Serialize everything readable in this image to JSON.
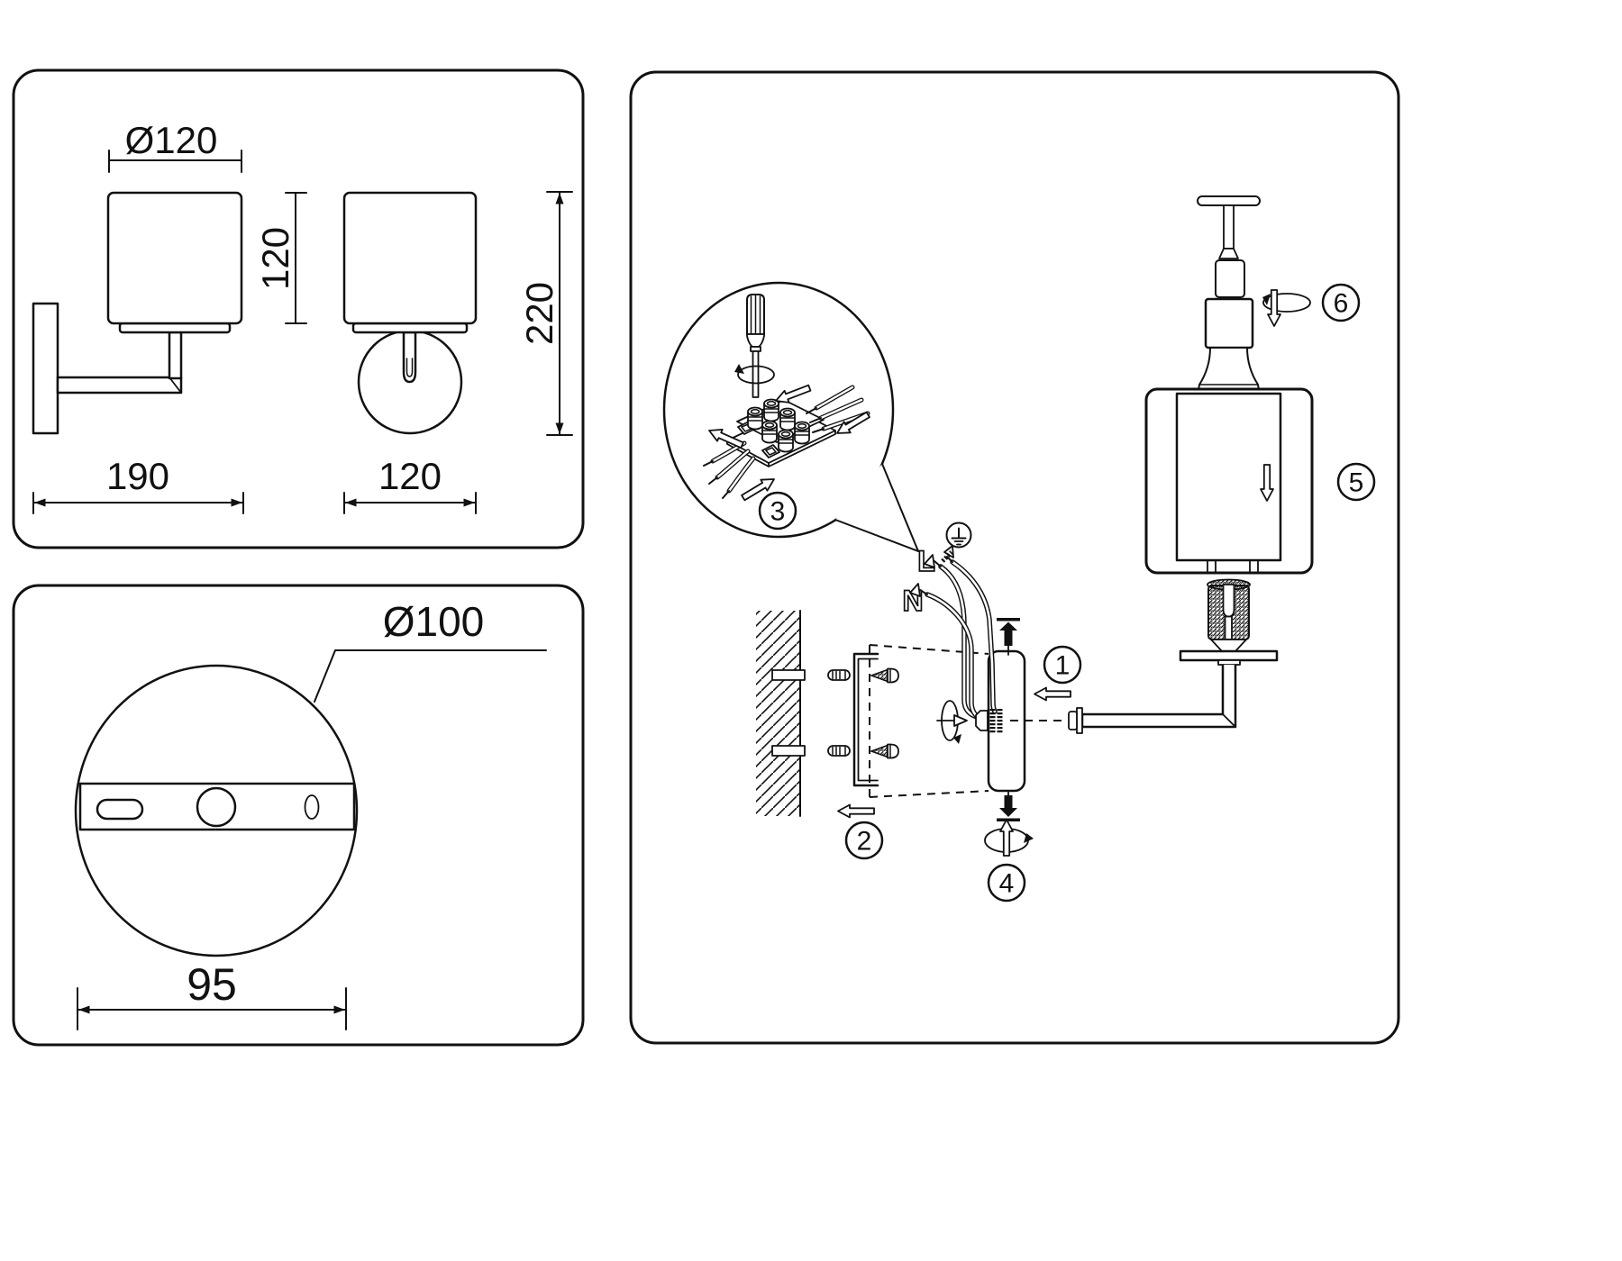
{
  "colors": {
    "line": "#111111",
    "background": "#ffffff"
  },
  "panel_dimensions": {
    "shade_diameter": "Ø120",
    "shade_height": "120",
    "overall_height": "220",
    "depth": "190",
    "shade_width": "120"
  },
  "panel_plate": {
    "plate_diameter": "Ø100",
    "slot_spacing": "95"
  },
  "panel_install": {
    "live": "L",
    "neutral": "N",
    "steps": [
      "1",
      "2",
      "3",
      "4",
      "5",
      "6"
    ]
  },
  "icons": {
    "screwdriver-icon": "flat-head screwdriver",
    "rotate-icon": "ellipse rotation arrow",
    "ground-icon": "earth ground symbol in circle",
    "wall-hatch-icon": "diagonal hatched wall section",
    "terminal-block-icon": "screw terminal block",
    "direction-arrow-icon": "outline direction arrow",
    "push-arrow-icon": "solid black push arrow"
  }
}
